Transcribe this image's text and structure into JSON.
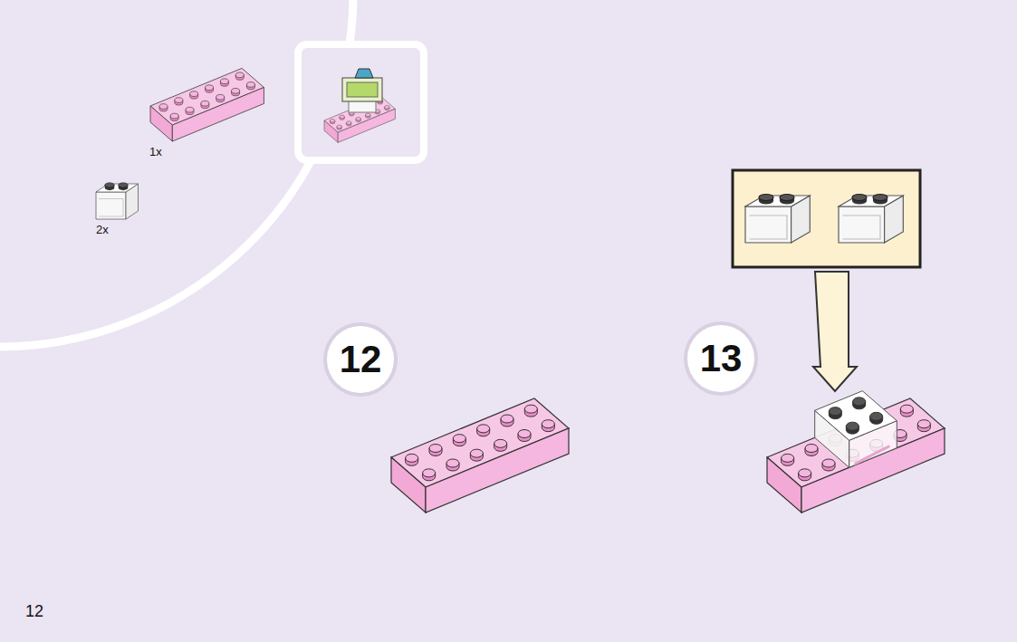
{
  "diagram": {
    "nodes": [
      {
        "text": [
          "12"
        ]
      },
      {
        "text": [
          "13"
        ]
      }
    ],
    "labels": [
      "1x",
      "2x",
      "12"
    ]
  }
}
